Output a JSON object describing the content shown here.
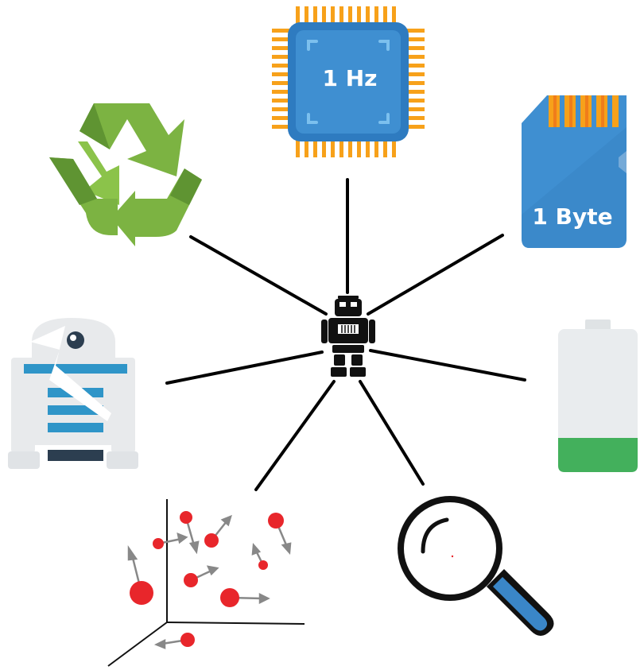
{
  "processor": {
    "label": "1 Hz",
    "icon": "cpu-chip-icon"
  },
  "memory": {
    "label": "1 Byte",
    "icon": "sd-card-icon"
  },
  "energy": {
    "icon": "battery-low-icon",
    "level": 0.25,
    "color": "#43b05c"
  },
  "hub": {
    "icon": "robot-icon"
  },
  "others": [
    {
      "icon": "recycle-icon"
    },
    {
      "icon": "broken-robot-icon"
    },
    {
      "icon": "particle-scatter-3d-icon"
    },
    {
      "icon": "magnifying-glass-icon"
    }
  ],
  "colors": {
    "chip": "#3f8fd1",
    "pins": "#f7a11a",
    "recycle": "#7cb342",
    "particle": "#e8262b",
    "lens_handle": "#3a86c8"
  }
}
